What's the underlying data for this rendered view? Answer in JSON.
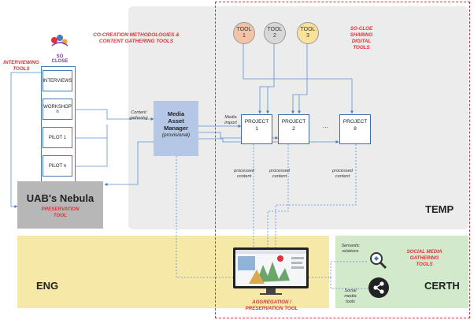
{
  "logo": {
    "text_top": "SO",
    "text_bottom": "CLOSE"
  },
  "headings": {
    "cocreation": "CO-CREATION METHODOLOGIES &\nCONTENT GATHERING TOOLS",
    "interviewing": "INTERVIEWING\nTOOLS",
    "socloe": "SO-CLOE\nSHARING\nDIGITAL\nTOOLS",
    "social_media": "SOCIAL MEDIA\nGATHERING\nTOOLS",
    "aggregation": "AGGREGATION /\nPRESERVATION TOOL",
    "preservation": "PRESERVATION\nTOOL"
  },
  "tools": [
    {
      "label": "TOOL",
      "num": "1",
      "color": "#f2c3a6"
    },
    {
      "label": "TOOL",
      "num": "2",
      "color": "#d8d8d8"
    },
    {
      "label": "TOOL",
      "num": "3",
      "color": "#f9e29a"
    }
  ],
  "left_boxes": [
    "INTERVIEWS",
    "WORKSHOP n",
    "PILOT 1",
    "PILOT n"
  ],
  "nebula": "UAB's Nebula",
  "media_asset": {
    "title": "Media\nAsset\nManager",
    "sub": "(provisional)"
  },
  "labels": {
    "content_gathering": "Content\ngathering",
    "media_import": "Media\nimport",
    "processed": "processed\ncontent",
    "ellipsis": "...",
    "semantic": "Semantic\nrelations",
    "social_tools": "Social\nmedia\ntools"
  },
  "projects": [
    {
      "label": "PROJECT",
      "num": "1"
    },
    {
      "label": "PROJECT",
      "num": "2"
    },
    {
      "label": "PROJECT",
      "num": "8"
    }
  ],
  "regions": {
    "temp": "TEMP",
    "eng": "ENG",
    "certh": "CERTH"
  },
  "colors": {
    "accent_red": "#e0313a",
    "box_blue": "#4a7ab8",
    "mam_fill": "#b4c7e7",
    "nebula_fill": "#b7b7b7",
    "line": "#5b8fd0"
  }
}
